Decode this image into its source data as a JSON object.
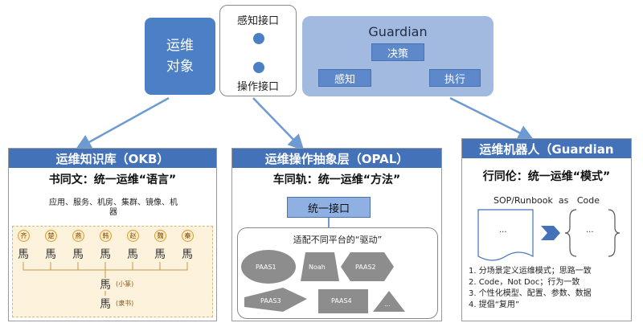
{
  "top": {
    "ops_object": {
      "line1": "运维",
      "line2": "对象"
    },
    "perception_interface": "感知接口",
    "operation_interface": "操作接口",
    "guardian": {
      "title": "Guardian",
      "decide": "决策",
      "perceive": "感知",
      "execute": "执行"
    }
  },
  "okb": {
    "header": "运维知识库（OKB）",
    "subtitle": "书同文：统一运维“语言”",
    "items_line1": "应用、服务、机房、集群、镜像、机",
    "items_line2": "器",
    "states": [
      "齐",
      "楚",
      "燕",
      "韩",
      "赵",
      "魏",
      "秦"
    ],
    "ancient_chars": [
      "馬",
      "馬",
      "馬",
      "馬",
      "馬",
      "馬",
      "馬"
    ],
    "xiaozhuan_char": "馬",
    "xiaozhuan_label": "(小篆)",
    "lishu_char": "馬",
    "lishu_label": "(隶书)"
  },
  "opal": {
    "header": "运维操作抽象层（OPAL）",
    "subtitle": "车同轨：统一运维“方法”",
    "unified_interface": "统一接口",
    "adapt_label": "适配不同平台的“驱动”",
    "drivers": [
      "PAAS1",
      "Noah",
      "PAAS2",
      "PAAS3",
      "PAAS4",
      "..."
    ]
  },
  "guardian_panel": {
    "header": "运维机器人（Guardian",
    "subtitle": "行同伦：统一运维“模式”",
    "sop_as_code": "SOP/Runbook  as   Code",
    "ellipsis_left": "...",
    "ellipsis_right": "...",
    "list": [
      "1.  分场景定义运维模式；思路一致",
      "2.  Code，Not Doc；行为一致",
      "3.  个性化模型、配置、参数、数据",
      "4.  提倡“复用”"
    ]
  },
  "colors": {
    "primary_blue": "#4472b9",
    "light_blue": "#a2b9e0",
    "arrow_blue": "#6d9bd1",
    "okb_bg": "#fdf3dc"
  }
}
